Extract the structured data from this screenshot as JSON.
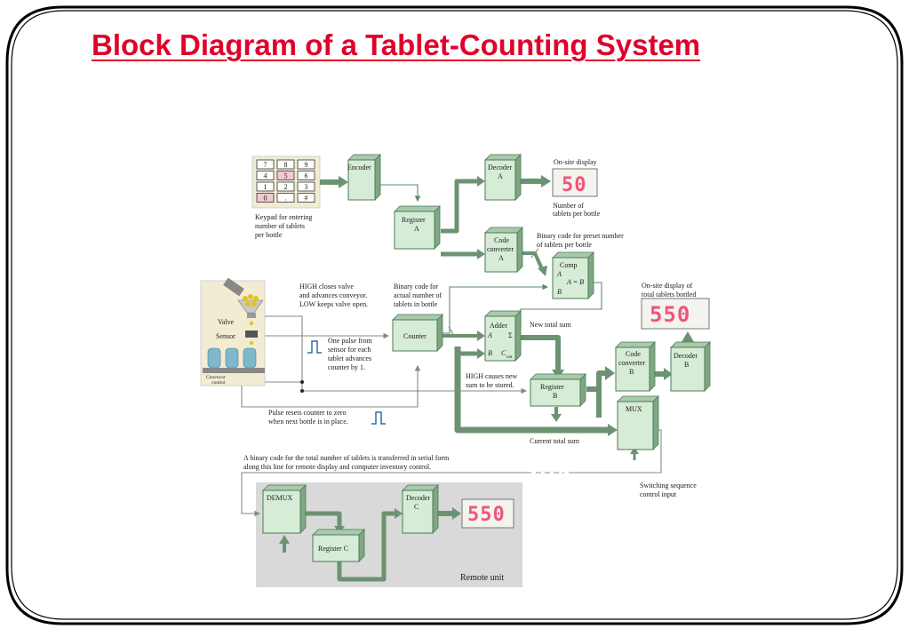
{
  "title": "Block Diagram of a Tablet-Counting System",
  "keypad": {
    "keys": [
      "7",
      "8",
      "9",
      "4",
      "5",
      "6",
      "1",
      "2",
      "3",
      "0",
      ".",
      "#"
    ],
    "caption": [
      "Keypad for entering",
      "number of tablets",
      "per bottle"
    ]
  },
  "blocks": {
    "encoder": "Encoder",
    "register_a": [
      "Register",
      "A"
    ],
    "decoder_a": [
      "Decoder",
      "A"
    ],
    "code_converter_a": [
      "Code",
      "converter",
      "A"
    ],
    "comp": [
      "Comp",
      "A",
      "A = B",
      "B"
    ],
    "counter": "Counter",
    "adder": [
      "Adder",
      "A",
      "Σ",
      "B",
      "C",
      "out"
    ],
    "register_b": [
      "Register",
      "B"
    ],
    "code_converter_b": [
      "Code",
      "converter",
      "B"
    ],
    "decoder_b": [
      "Decoder",
      "B"
    ],
    "mux": "MUX",
    "demux": "DEMUX",
    "register_c": "Register C",
    "decoder_c": [
      "Decoder",
      "C"
    ]
  },
  "displays": {
    "onsite": "50",
    "total": "550",
    "remote": "550"
  },
  "labels": {
    "onsite_display": "On-site display",
    "number_per_bottle": [
      "Number of",
      "tablets per bottle"
    ],
    "binary_preset": [
      "Binary code for preset number",
      "of tablets per bottle"
    ],
    "high_closes": [
      "HIGH closes valve",
      "and advances conveyor.",
      "LOW keeps valve open."
    ],
    "binary_actual": [
      "Binary code for",
      "actual number of",
      "tablets in bottle"
    ],
    "onsite_total": [
      "On-site display of",
      "total tablets bottled"
    ],
    "new_total_sum": "New total sum",
    "one_pulse": [
      "One pulse from",
      "sensor for each",
      "tablet advances",
      "counter by 1."
    ],
    "high_causes": [
      "HIGH causes new",
      "sum to be stored."
    ],
    "pulse_resets": [
      "Pulse resets counter to zero",
      "when next bottle is in place."
    ],
    "current_total_sum": "Current total sum",
    "serial_note": [
      "A binary code for the total number of tablets is transferred in serial form",
      "along this line for remote display and computer inventory control."
    ],
    "switching": [
      "Switching sequence",
      "control input"
    ],
    "remote_unit": "Remote unit",
    "valve": "Valve",
    "sensor": "Sensor",
    "conveyor": [
      "Conveyor",
      "control"
    ]
  },
  "colors": {
    "title": "#e0002a",
    "block_fill": "#d6ecd6",
    "bus": "#6b9372",
    "segment": "#f2547a",
    "remote_bg": "#d9d9d9"
  }
}
